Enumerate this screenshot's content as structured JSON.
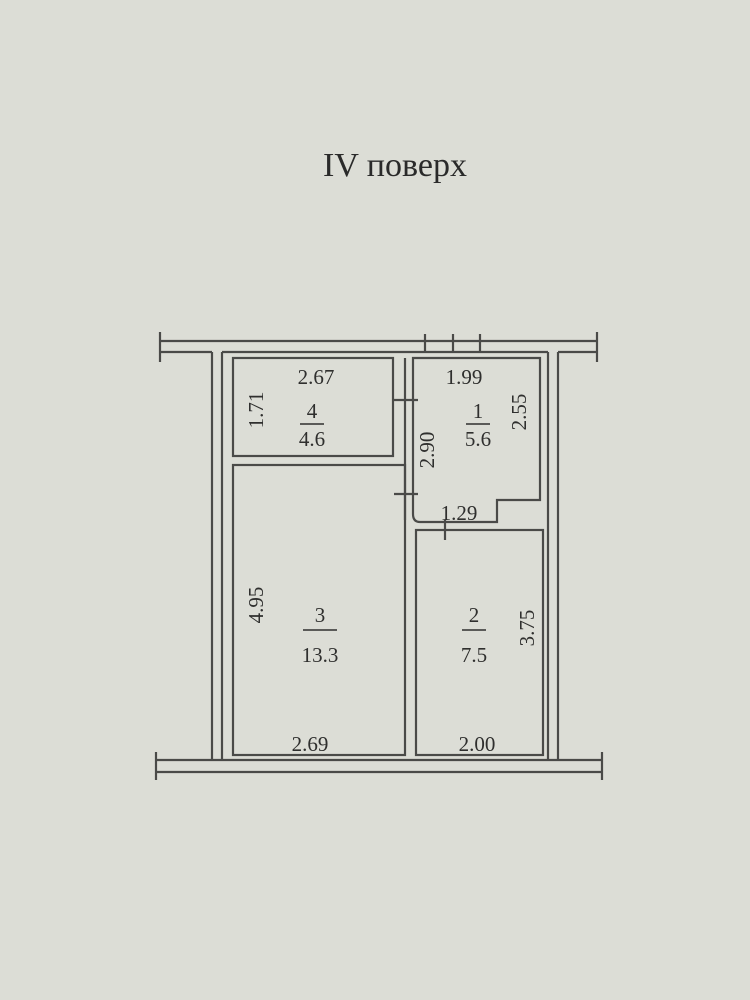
{
  "title": "IV поверх",
  "rooms": [
    {
      "number": "1",
      "area": "5.6"
    },
    {
      "number": "2",
      "area": "7.5"
    },
    {
      "number": "3",
      "area": "13.3"
    },
    {
      "number": "4",
      "area": "4.6"
    }
  ],
  "dimensions": {
    "room4_width": "2.67",
    "room4_height": "1.71",
    "room1_width": "1.99",
    "room1_height": "2.55",
    "room1_left": "2.90",
    "room1_bottom": "1.29",
    "room3_height": "4.95",
    "room3_width": "2.69",
    "room2_width": "2.00",
    "room2_height": "3.75"
  },
  "colors": {
    "background": "#dcddd6",
    "lines": "#4a4a48"
  }
}
